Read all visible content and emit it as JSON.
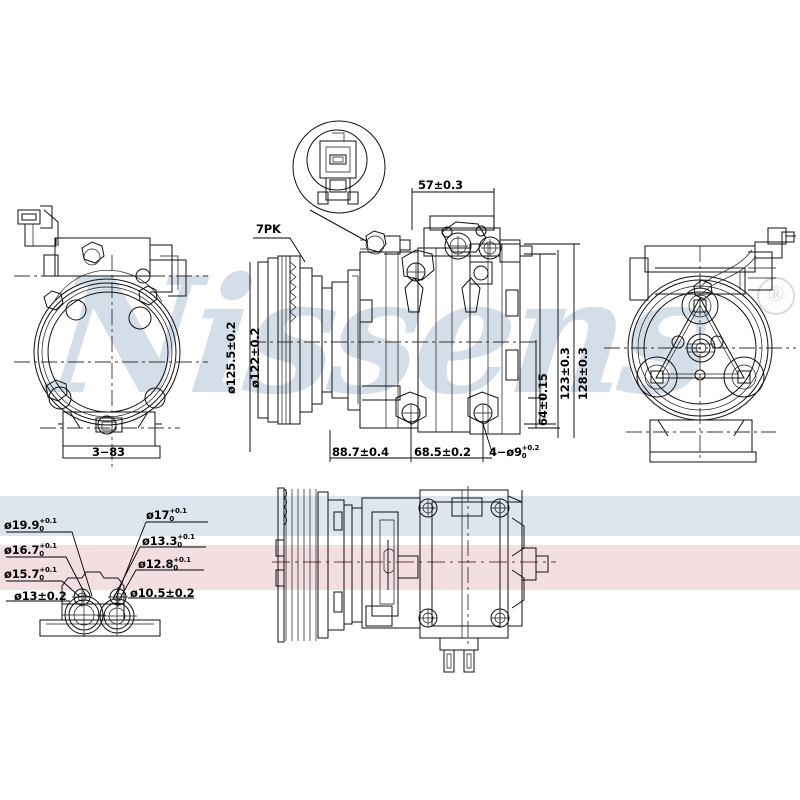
{
  "document": {
    "type": "technical-drawing",
    "subject": "Air conditioning compressor",
    "brand_watermark": "Nissens",
    "registered_mark": "®"
  },
  "palette": {
    "ink": "#101010",
    "centerline": "#6b3840",
    "watermark": "#ccd9e6",
    "band_blue": "#dde6ee",
    "band_pink": "#f3dfe2",
    "paper": "#ffffff"
  },
  "views": [
    {
      "id": "front-left",
      "name": "Front view (clutch side, left)"
    },
    {
      "id": "top-center",
      "name": "Top view with detail bubble"
    },
    {
      "id": "rear-right",
      "name": "Rear view (right)"
    },
    {
      "id": "bottom-center",
      "name": "Side elevation (bottom)"
    },
    {
      "id": "bottom-left",
      "name": "Port detail (bottom left)"
    }
  ],
  "dimensions": {
    "belt_profile": {
      "label": "7PK",
      "view": "top-center"
    },
    "top_width": {
      "value": "57",
      "tol": "±0.3",
      "text": "57±0.3",
      "view": "top-center"
    },
    "pulley_outer": {
      "value": "ø125.5",
      "tol": "±0.2",
      "text": "ø125.5±0.2",
      "view": "top-center"
    },
    "pulley_pitch": {
      "value": "ø122",
      "tol": "±0.2",
      "text": "ø122±0.2",
      "view": "top-center"
    },
    "mount_height_64": {
      "value": "64",
      "tol": "±0.15",
      "text": "64±0.15",
      "view": "top-center"
    },
    "mount_height_123": {
      "value": "123",
      "tol": "±0.3",
      "text": "123±0.3",
      "view": "top-center"
    },
    "mount_height_128": {
      "value": "128",
      "tol": "±0.3",
      "text": "128±0.3",
      "view": "top-center"
    },
    "base_len_88_7": {
      "value": "88.7",
      "tol": "±0.4",
      "text": "88.7±0.4",
      "view": "top-center"
    },
    "base_len_68_5": {
      "value": "68.5",
      "tol": "±0.2",
      "text": "68.5±0.2",
      "view": "top-center"
    },
    "bolt_holes": {
      "count": "4",
      "value": "ø9",
      "tol_up": "+0.2",
      "tol_dn": "0",
      "text": "4−ø9",
      "view": "top-center"
    },
    "bracket_3_83": {
      "text": "3−83",
      "view": "front-left"
    }
  },
  "port_details": {
    "left_group": [
      {
        "text": "ø19.9",
        "tol_up": "+0.1",
        "tol_dn": "0"
      },
      {
        "text": "ø16.7",
        "tol_up": "+0.1",
        "tol_dn": "0"
      },
      {
        "text": "ø15.7",
        "tol_up": "+0.1",
        "tol_dn": "0"
      },
      {
        "text": "ø13",
        "tol_pm": "±0.2"
      }
    ],
    "right_group": [
      {
        "text": "ø17",
        "tol_up": "+0.1",
        "tol_dn": "0"
      },
      {
        "text": "ø13.3",
        "tol_up": "+0.1",
        "tol_dn": "0"
      },
      {
        "text": "ø12.8",
        "tol_up": "+0.1",
        "tol_dn": "0"
      },
      {
        "text": "ø10.5",
        "tol_pm": "±0.2"
      }
    ]
  }
}
